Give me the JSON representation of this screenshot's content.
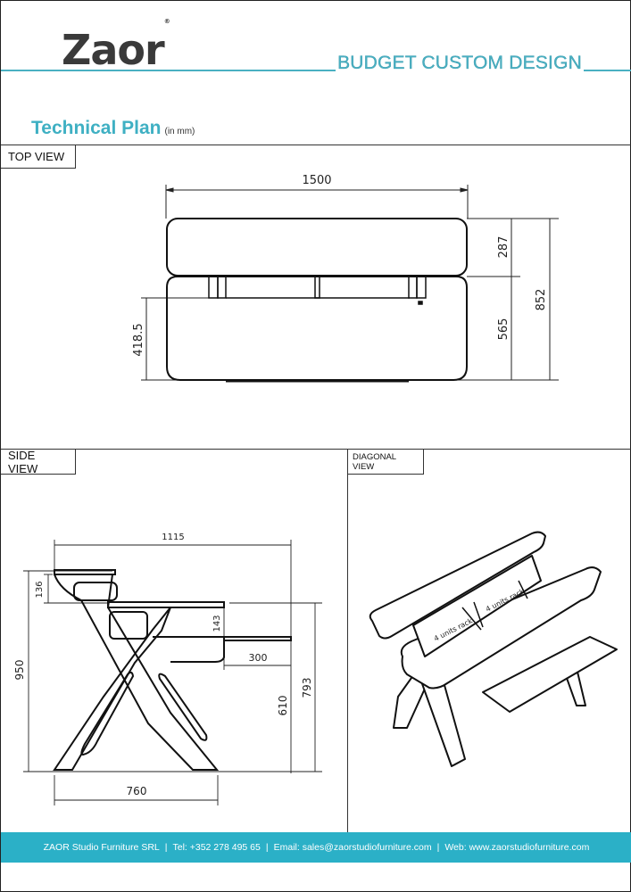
{
  "header": {
    "logo": "Zaor",
    "logo_mark": "®",
    "title": "BUDGET CUSTOM DESIGN"
  },
  "plan": {
    "title": "Technical Plan",
    "unit_note": "(in mm)"
  },
  "sections": {
    "top_view": {
      "label": "TOP VIEW",
      "dimensions": {
        "width": "1500",
        "top_shelf_depth": "287",
        "desk_depth": "565",
        "total_depth": "852",
        "rack_offset": "418.5"
      }
    },
    "side_view": {
      "label": "SIDE VIEW",
      "dimensions": {
        "overall_length": "1115",
        "shelf_height": "136",
        "rack_height": "143",
        "tray_extension": "300",
        "total_height": "950",
        "keyboard_tray_height": "610",
        "desk_height": "793",
        "base_width": "760"
      }
    },
    "diagonal_view": {
      "label": "DIAGONAL VIEW",
      "rack_labels": [
        "4 units rack",
        "4 units rack"
      ]
    }
  },
  "footer": {
    "company": "ZAOR Studio Furniture SRL",
    "tel": "Tel: +352 278 495 65",
    "email": "Email: sales@zaorstudiofurniture.com",
    "web": "Web: www.zaorstudiofurniture.com",
    "separator": "|"
  },
  "colors": {
    "accent": "#2bb0c7",
    "title": "#3fb0c3",
    "logo": "#3a3a3a"
  }
}
